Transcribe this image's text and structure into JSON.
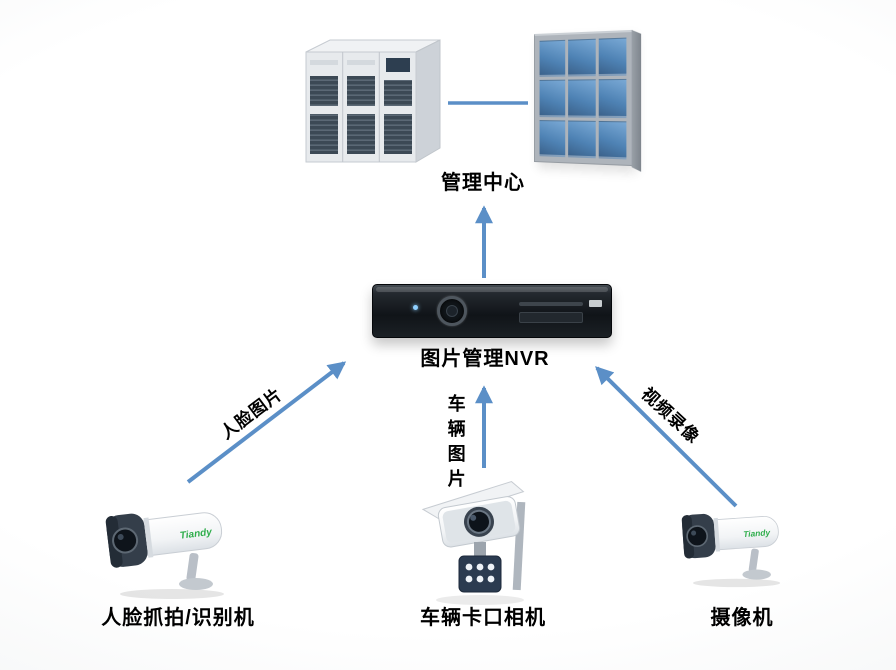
{
  "colors": {
    "arrow_color": "#5B8FC7",
    "brand_green": "#2EAD4B",
    "screen_blue": "#4E82B4"
  },
  "nodes": {
    "management_center": {
      "label": "管理中心"
    },
    "nvr": {
      "label": "图片管理NVR"
    },
    "face_camera": {
      "label": "人脸抓拍/识别机",
      "brand": "Tiandy"
    },
    "vehicle_camera": {
      "label": "车辆卡口相机"
    },
    "video_camera": {
      "label": "摄像机",
      "brand": "Tiandy"
    }
  },
  "edges": {
    "face_to_nvr": {
      "label": "人脸图片"
    },
    "vehicle_to_nvr": {
      "label": "车辆图片"
    },
    "video_to_nvr": {
      "label": "视频录像"
    }
  }
}
